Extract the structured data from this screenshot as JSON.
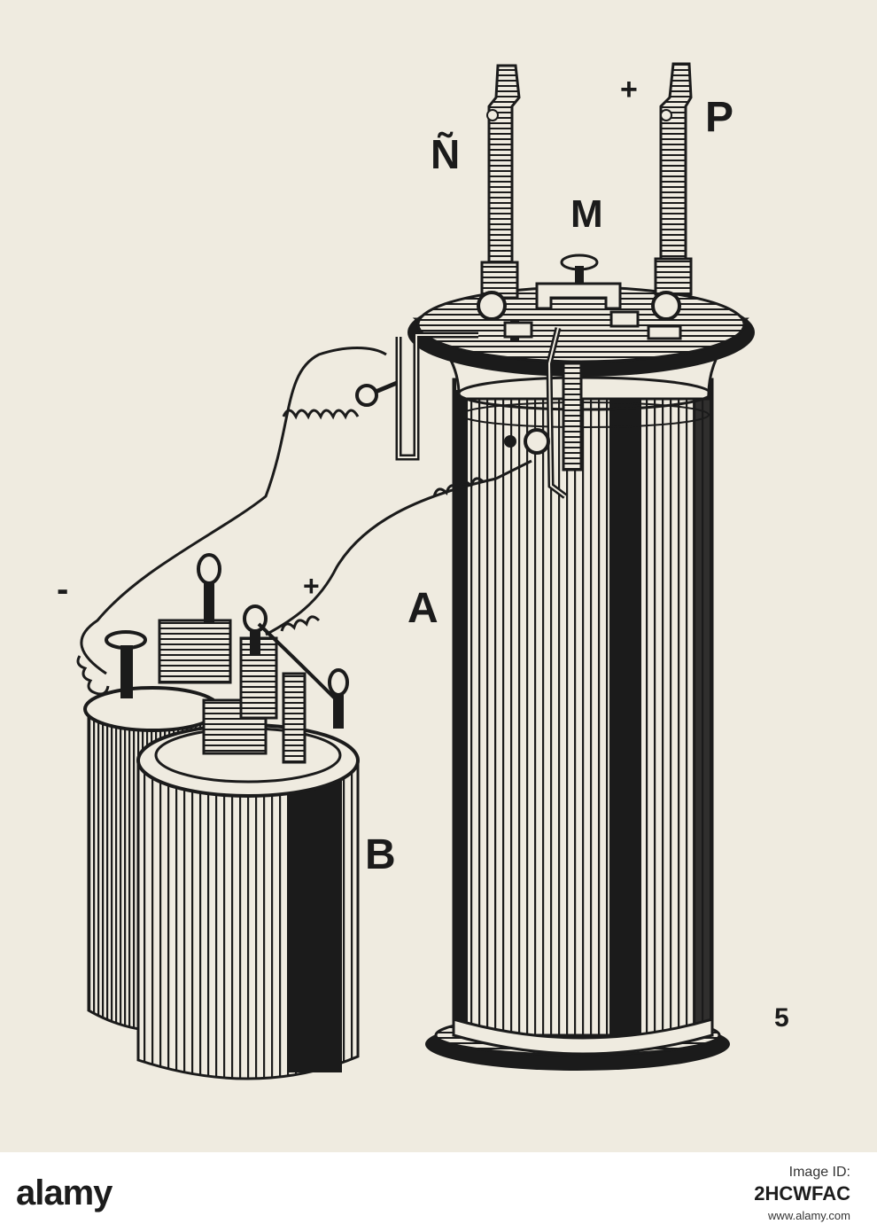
{
  "figure": {
    "labels": {
      "n": "Ñ",
      "p": "P",
      "m": "M",
      "a": "A",
      "b": "B"
    },
    "signs": {
      "plus_top": "+",
      "minus_battery": "-",
      "plus_battery": "+"
    },
    "corner_mark": "5"
  },
  "footer": {
    "brand": "alamy",
    "image_id_label": "Image ID:",
    "image_id": "2HCWFAC",
    "url": "www.alamy.com"
  },
  "colors": {
    "paper": "#efebe0",
    "ink": "#1b1b1b"
  }
}
